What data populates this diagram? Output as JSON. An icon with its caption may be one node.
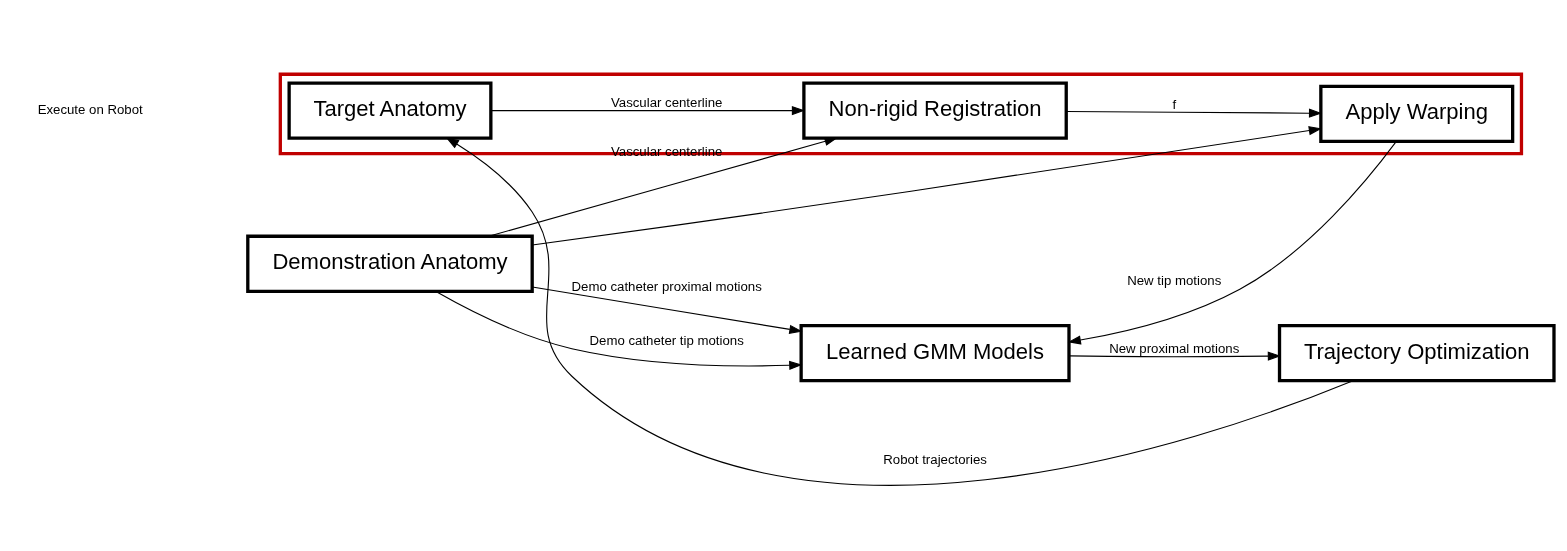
{
  "diagram": {
    "nodes": [
      {
        "text": [
          "Demonstration Anatomy"
        ]
      },
      {
        "text": [
          "Learned GMM Models"
        ]
      },
      {
        "text": [
          "Trajectory Optimization"
        ]
      },
      {
        "text": [],
        "shape": "box"
      },
      {
        "text": [
          "Target Anatomy"
        ],
        "in": 3
      },
      {
        "text": [
          "Non-rigid Registration"
        ],
        "in": 3
      },
      {
        "text": [
          "Apply Warping"
        ],
        "in": 3
      }
    ],
    "edges": [
      {
        "from": 0,
        "to": 1,
        "arrow": "to",
        "label": "Demo catheter proximal motions"
      },
      {
        "from": 0,
        "to": 1,
        "arrow": "to",
        "label": "Demo catheter tip motions"
      },
      {
        "from": 0,
        "to": 6,
        "arrow": "to"
      },
      {
        "from": 0,
        "to": 5,
        "arrow": "to",
        "label": "Vascular centerline"
      },
      {
        "from": 4,
        "to": 5,
        "arrow": "to",
        "label": "Vascular centerline"
      },
      {
        "from": 5,
        "to": 6,
        "arrow": "to",
        "label": "f"
      },
      {
        "from": 6,
        "to": 1,
        "arrow": "to",
        "label": "New tip motions"
      },
      {
        "from": 1,
        "to": 2,
        "arrow": "to",
        "label": "New proximal motions"
      },
      {
        "from": 2,
        "to": 4,
        "arrow": "to",
        "label": "Robot trajectories"
      }
    ],
    "labels": [
      "Execute on Robot"
    ]
  }
}
